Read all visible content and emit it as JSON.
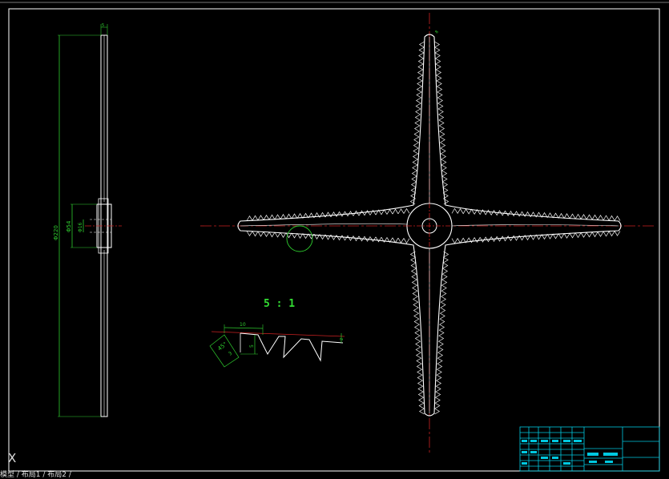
{
  "side_view": {
    "dim_outer_diameter": "Φ220",
    "dim_hub_diameter": "Φ54",
    "dim_bore_diameter": "Φ16",
    "dim_top": "5"
  },
  "detail_view": {
    "scale_label": "5 : 1",
    "dim_length": "10",
    "dim_angle": "45°",
    "dim_height": "5",
    "dim_right": "2",
    "dim_small": "3"
  },
  "front_view": {
    "tooth_label": "8"
  },
  "status_bar": {
    "axis_marker": "X",
    "layout_tabs": "模型 / 布局1 / 布局2 /"
  },
  "colors": {
    "background": "#000000",
    "geometry": "#ffffff",
    "dimension": "#2ecc2e",
    "centerline": "#cc2222",
    "title_block": "#00c8e0"
  }
}
